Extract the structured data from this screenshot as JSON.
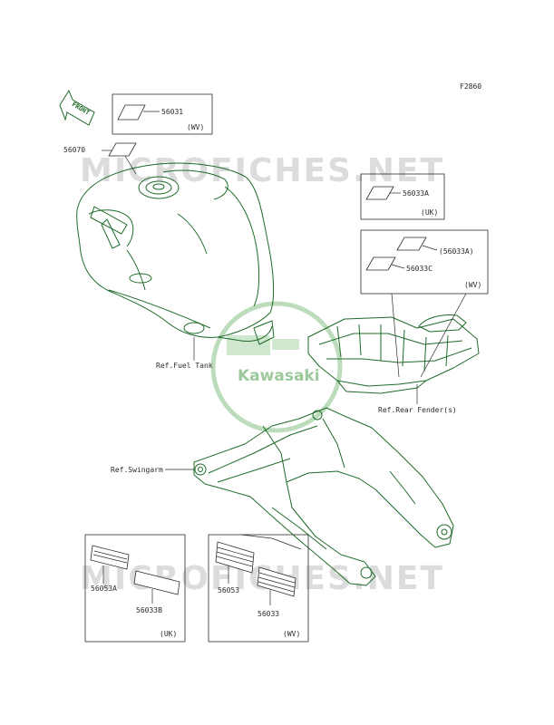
{
  "figure_code": "F2860",
  "watermark": {
    "text": "MICROFICHES.NET",
    "logo_text": "Kawasaki"
  },
  "front_marker": "FRONT",
  "parts": [
    {
      "number": "56031",
      "variant": "(WV)"
    },
    {
      "number": "56070"
    },
    {
      "number": "56033A",
      "variant": "(UK)"
    },
    {
      "number": "(56033A)"
    },
    {
      "number": "56033C",
      "variant": "(WV)"
    },
    {
      "number": "56053A"
    },
    {
      "number": "56033B",
      "variant": "(UK)"
    },
    {
      "number": "56053"
    },
    {
      "number": "56033",
      "variant": "(WV)"
    }
  ],
  "references": {
    "fuel_tank": "Ref.Fuel Tank",
    "rear_fender": "Ref.Rear Fender(s)",
    "swingarm": "Ref.Swingarm"
  },
  "colors": {
    "line_art": "#1f6b2a",
    "callout": "#2b2b2b",
    "watermark": "#dcdcdc"
  }
}
